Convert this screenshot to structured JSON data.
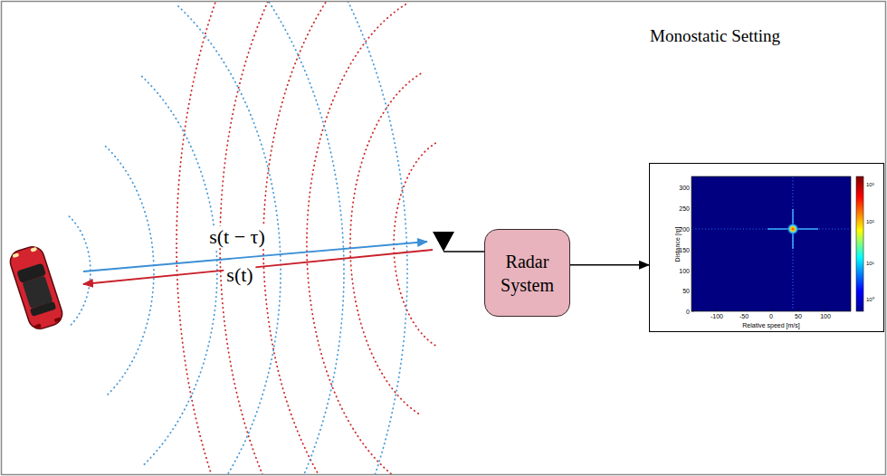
{
  "diagram": {
    "title": "Monostatic Setting",
    "nodes": [
      {
        "text": [
          "Radar System"
        ]
      },
      {
        "text": [
          "Distance [m]",
          "Relative speed [m/s]"
        ]
      }
    ],
    "edges": [
      {
        "from": 0,
        "to": 1,
        "arrow": "to"
      }
    ],
    "labels": [
      "s(t − τ)",
      "s(t)",
      "0",
      "50",
      "100",
      "150",
      "200",
      "250",
      "300",
      "-100",
      "-50",
      "0",
      "50",
      "100",
      "10³",
      "10²",
      "10¹",
      "10⁰"
    ]
  }
}
